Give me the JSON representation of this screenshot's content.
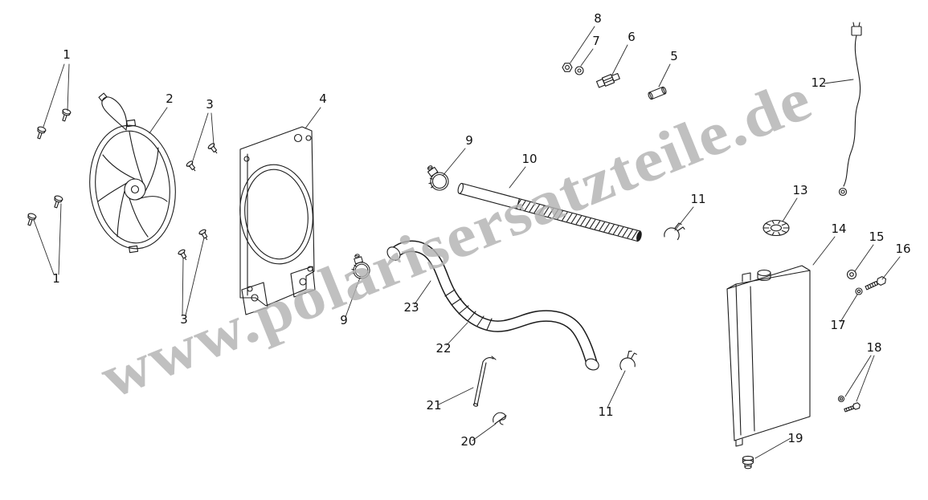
{
  "watermark": "www.polarisersatzteile.de",
  "callouts": [
    "1",
    "2",
    "3",
    "4",
    "5",
    "6",
    "7",
    "8",
    "9",
    "10",
    "11",
    "12",
    "13",
    "14",
    "15",
    "16",
    "17",
    "18",
    "19",
    "20",
    "21",
    "22",
    "23",
    "1",
    "3",
    "9",
    "11"
  ],
  "colors": {
    "line": "#1c1c1c",
    "watermark": "#b3b3b3",
    "background": "#ffffff"
  }
}
